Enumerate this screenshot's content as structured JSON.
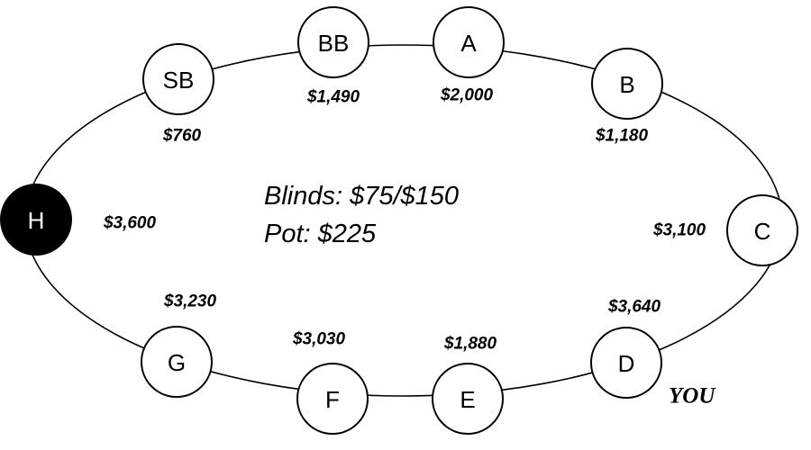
{
  "table": {
    "info": {
      "blinds": "Blinds: $75/$150",
      "pot": "Pot: $225"
    },
    "you_label": "YOU",
    "seats": [
      {
        "id": "sb",
        "label": "SB",
        "stack": "$760",
        "dark": false
      },
      {
        "id": "bb",
        "label": "BB",
        "stack": "$1,490",
        "dark": false
      },
      {
        "id": "a",
        "label": "A",
        "stack": "$2,000",
        "dark": false
      },
      {
        "id": "b",
        "label": "B",
        "stack": "$1,180",
        "dark": false
      },
      {
        "id": "c",
        "label": "C",
        "stack": "$3,100",
        "dark": false
      },
      {
        "id": "d",
        "label": "D",
        "stack": "$3,640",
        "dark": false
      },
      {
        "id": "e",
        "label": "E",
        "stack": "$1,880",
        "dark": false
      },
      {
        "id": "f",
        "label": "F",
        "stack": "$3,030",
        "dark": false
      },
      {
        "id": "g",
        "label": "G",
        "stack": "$3,230",
        "dark": false
      },
      {
        "id": "h",
        "label": "H",
        "stack": "$3,600",
        "dark": true
      }
    ],
    "colors": {
      "line": "#000000",
      "seat_fill": "#ffffff",
      "dark_seat_fill": "#000000"
    }
  }
}
